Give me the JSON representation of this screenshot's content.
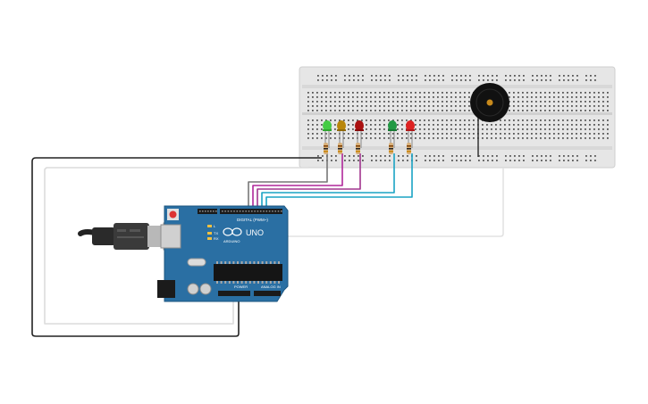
{
  "circuit": {
    "board": {
      "brand": "ARDUINO",
      "model": "UNO",
      "header_digital": "DIGITAL (PWM~)",
      "header_power": "POWER",
      "header_analog": "ANALOG IN",
      "led_l": "L",
      "led_tx": "TX",
      "led_rx": "RX"
    },
    "breadboard": {
      "color": "#e8e8e8"
    },
    "components": {
      "leds": [
        {
          "color": "#44cc44",
          "name": "green"
        },
        {
          "color": "#b8860b",
          "name": "amber"
        },
        {
          "color": "#aa1111",
          "name": "red"
        },
        {
          "color": "#229944",
          "name": "green"
        },
        {
          "color": "#dd2222",
          "name": "red"
        }
      ],
      "buzzer": {
        "body": "#111111",
        "center": "#c88a1c"
      }
    },
    "wires": {
      "black": "#222222",
      "white": "#dddddd",
      "gray": "#777777",
      "purple": "#b0279a",
      "magenta": "#a1358e",
      "cyan": "#1aa3c4"
    }
  }
}
